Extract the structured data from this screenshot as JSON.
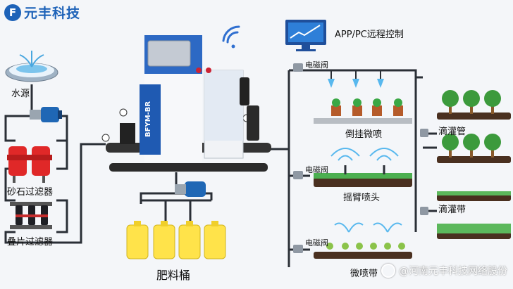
{
  "brand": {
    "mark": "F",
    "name": "元丰科技"
  },
  "remote": {
    "label": "APP/PC远程控制",
    "icon": "monitor-chart-icon"
  },
  "source": {
    "water": "水源",
    "sand_filter": "砂石过滤器",
    "disc_filter": "叠片过滤器"
  },
  "machine": {
    "model": "BFYM-BR"
  },
  "fertilizer": {
    "label": "肥料桶"
  },
  "valves": {
    "label": "电磁阀"
  },
  "outputs": {
    "inverted_mist": "倒挂微喷",
    "rocker_sprinkler": "摇臂喷头",
    "drip_pipe": "滴灌管",
    "drip_tape": "滴灌带",
    "micro_spray": "微喷带"
  },
  "watermark": "@河南元丰科技网络股份"
}
